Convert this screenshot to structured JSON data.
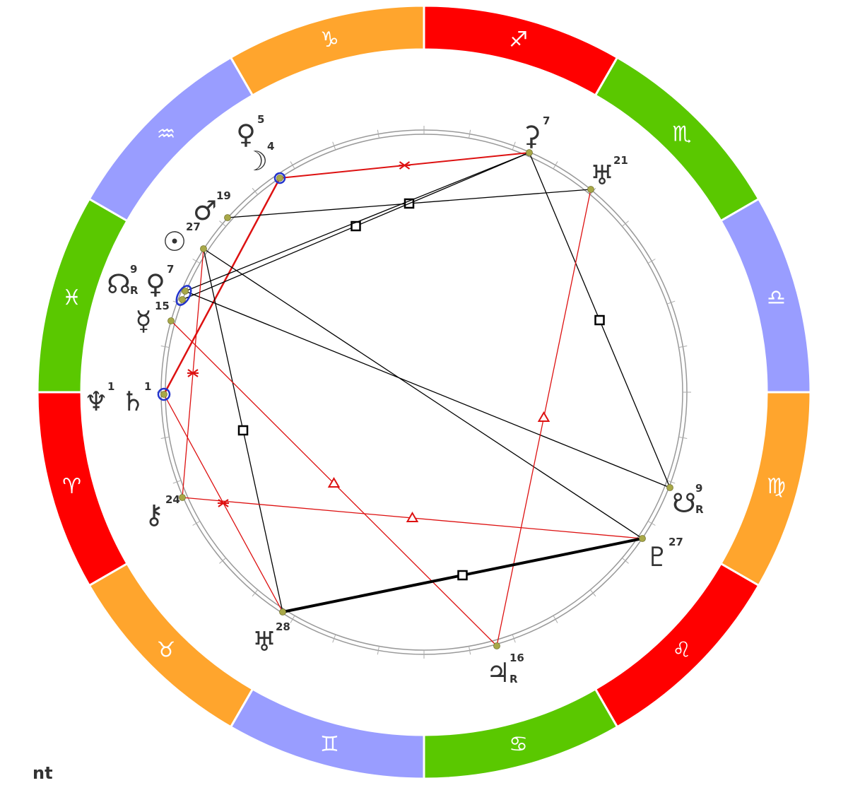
{
  "footer_label": "nt",
  "colors": {
    "fire": "#ff0000",
    "earth": "#ffa52d",
    "air": "#999dff",
    "water": "#5ac800",
    "planet_dot": "#a8a848",
    "conjunction": "#2233cc",
    "hard_aspect": "#000000",
    "soft_aspect": "#dd1111"
  },
  "zodiac": [
    {
      "name": "sagittarius",
      "glyph": "♐",
      "element": "fire"
    },
    {
      "name": "scorpio",
      "glyph": "♏",
      "element": "water"
    },
    {
      "name": "libra",
      "glyph": "♎",
      "element": "air"
    },
    {
      "name": "virgo",
      "glyph": "♍",
      "element": "earth"
    },
    {
      "name": "leo",
      "glyph": "♌",
      "element": "fire"
    },
    {
      "name": "cancer",
      "glyph": "♋",
      "element": "water"
    },
    {
      "name": "gemini",
      "glyph": "♊",
      "element": "air"
    },
    {
      "name": "taurus",
      "glyph": "♉",
      "element": "earth"
    },
    {
      "name": "aries",
      "glyph": "♈",
      "element": "fire"
    },
    {
      "name": "pisces",
      "glyph": "♓",
      "element": "water"
    },
    {
      "name": "aquarius",
      "glyph": "♒",
      "element": "air"
    },
    {
      "name": "capricorn",
      "glyph": "♑",
      "element": "earth"
    }
  ],
  "planets": [
    {
      "id": "venus-sublunar",
      "glyph": "♀",
      "degree": "5",
      "retro": ""
    },
    {
      "id": "moon",
      "glyph": "☽",
      "degree": "4",
      "retro": ""
    },
    {
      "id": "mars",
      "glyph": "♂",
      "degree": "19",
      "retro": ""
    },
    {
      "id": "sun",
      "glyph": "☉",
      "degree": "27",
      "retro": ""
    },
    {
      "id": "north-node",
      "glyph": "☊",
      "degree": "9",
      "retro": "R"
    },
    {
      "id": "venus",
      "glyph": "♀",
      "degree": "7",
      "retro": ""
    },
    {
      "id": "mercury",
      "glyph": "☿",
      "degree": "15",
      "retro": ""
    },
    {
      "id": "neptune",
      "glyph": "♆",
      "degree": "1",
      "retro": ""
    },
    {
      "id": "saturn",
      "glyph": "♄",
      "degree": "1",
      "retro": ""
    },
    {
      "id": "chiron",
      "glyph": "⚷",
      "degree": "24",
      "retro": ""
    },
    {
      "id": "uranus",
      "glyph": "♅",
      "degree": "28",
      "retro": ""
    },
    {
      "id": "jupiter",
      "glyph": "♃",
      "degree": "16",
      "retro": "R"
    },
    {
      "id": "pluto",
      "glyph": "♇",
      "degree": "27",
      "retro": ""
    },
    {
      "id": "south-node",
      "glyph": "☋",
      "degree": "9",
      "retro": "R"
    },
    {
      "id": "uranus-alt",
      "glyph": "♅",
      "degree": "21",
      "retro": ""
    },
    {
      "id": "ceres",
      "glyph": "⚳",
      "degree": "7",
      "retro": ""
    }
  ],
  "aspects": [
    {
      "from": "moon",
      "to": "ceres",
      "kind": "sextile"
    },
    {
      "from": "moon",
      "to": "saturn",
      "kind": "conjunction-line"
    },
    {
      "from": "mars",
      "to": "uranus-alt",
      "kind": "square"
    },
    {
      "from": "venus",
      "to": "ceres",
      "kind": "square"
    },
    {
      "from": "north-node",
      "to": "ceres",
      "kind": "plain"
    },
    {
      "from": "north-node",
      "to": "south-node",
      "kind": "plain"
    },
    {
      "from": "sun",
      "to": "pluto",
      "kind": "plain"
    },
    {
      "from": "sun",
      "to": "uranus",
      "kind": "square"
    },
    {
      "from": "sun",
      "to": "chiron",
      "kind": "sextile"
    },
    {
      "from": "ceres",
      "to": "south-node",
      "kind": "square"
    },
    {
      "from": "uranus-alt",
      "to": "jupiter",
      "kind": "trine"
    },
    {
      "from": "mercury",
      "to": "jupiter",
      "kind": "trine"
    },
    {
      "from": "saturn",
      "to": "uranus",
      "kind": "sextile"
    },
    {
      "from": "chiron",
      "to": "pluto",
      "kind": "trine"
    },
    {
      "from": "uranus",
      "to": "pluto",
      "kind": "square-heavy"
    }
  ]
}
